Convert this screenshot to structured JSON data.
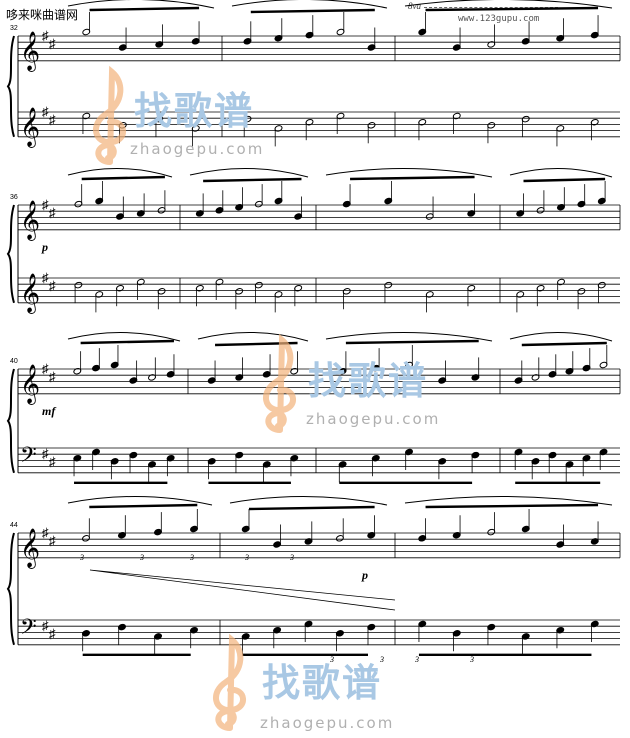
{
  "page": {
    "site_label": "哆来咪曲谱网",
    "url_mark": "www.123gupu.com",
    "ottava": "8va"
  },
  "watermark": {
    "brand": "找歌谱",
    "domain": "zhaogepu.com",
    "color_brand": "#a9c8e4",
    "color_clef": "#f2b27a"
  },
  "systems": [
    {
      "measure_start": "32",
      "dynamics": []
    },
    {
      "measure_start": "36",
      "dynamics": [
        "p"
      ]
    },
    {
      "measure_start": "40",
      "dynamics": [
        "mf"
      ]
    },
    {
      "measure_start": "44",
      "dynamics": [
        "p"
      ]
    }
  ],
  "tuplets": [
    "3",
    "3",
    "3",
    "3",
    "3",
    "3",
    "3",
    "3",
    "3"
  ],
  "colors": {
    "ink": "#000000",
    "staff": "#000000"
  }
}
